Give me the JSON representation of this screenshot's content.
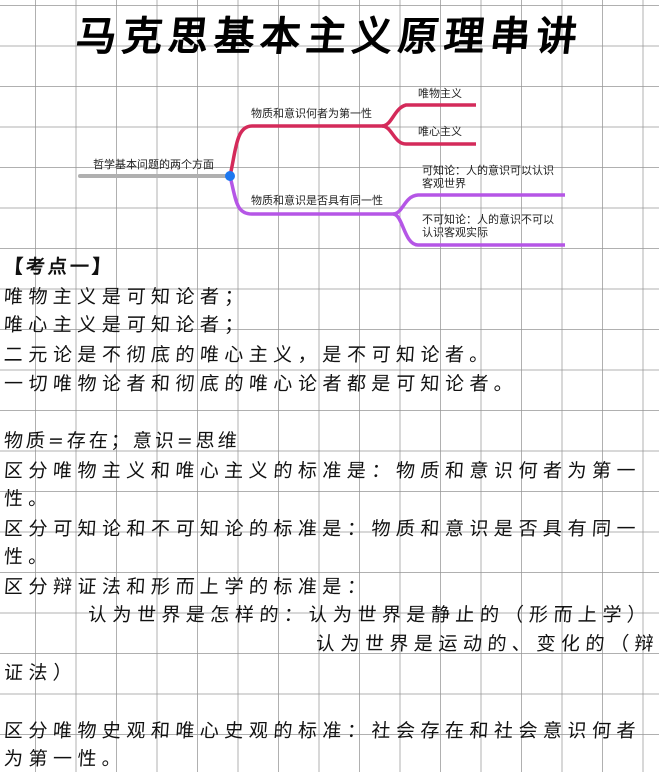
{
  "title": "马克思基本主义原理串讲",
  "mindmap": {
    "root": "哲学基本问题的两个方面",
    "branches": [
      {
        "label": "物质和意识何者为第一性",
        "color": "#d42a5a",
        "children": [
          "唯物主义",
          "唯心主义"
        ]
      },
      {
        "label": "物质和意识是否具有同一性",
        "color": "#b556e6",
        "children": [
          "可知论：人的意识可以认识客观世界",
          "不可知论：人的意识不可以认识客观实际"
        ]
      }
    ],
    "child_lines": {
      "b1c1_line1": "可知论：人的意识可以认识",
      "b1c1_line2": "客观世界",
      "b1c2_line1": "不可知论：人的意识不可以",
      "b1c2_line2": "认识客观实际"
    },
    "root_color": "#b0b0b0",
    "node_color": "#1e78f0"
  },
  "notes": {
    "heading": "【考点一】",
    "lines": [
      "唯物主义是可知论者；",
      "唯心主义是可知论者；",
      "二元论是不彻底的唯心主义，是不可知论者。",
      "一切唯物论者和彻底的唯心论者都是可知论者。",
      "",
      "物质=存在；意识=思维",
      "区分唯物主义和唯心主义的标准是：物质和意识何者为第一",
      "性。",
      "区分可知论和不可知论的标准是：物质和意识是否具有同一",
      "性。",
      "区分辩证法和形而上学的标准是：",
      "认为世界是怎样的：认为世界是静止的（形而上学）",
      "认为世界是运动的、变化的（辩",
      "证法）",
      "",
      "区分唯物史观和唯心史观的标准：社会存在和社会意识何者",
      "为第一性。"
    ]
  }
}
